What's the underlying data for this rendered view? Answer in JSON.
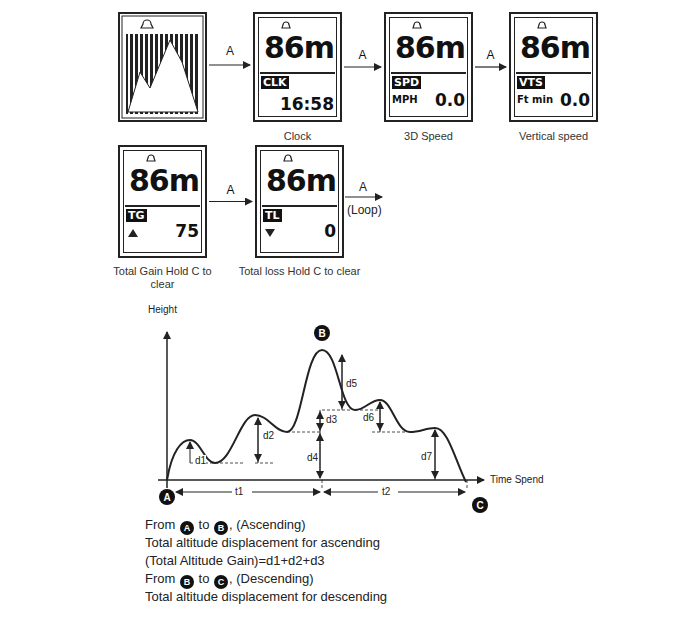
{
  "diagram": {
    "nodes": [
      {
        "text": [
          "86m",
          "CLK",
          "16:58",
          "Clock"
        ]
      },
      {
        "text": [
          "86m",
          "SPD",
          "MPH",
          "0.0",
          "3D Speed"
        ]
      },
      {
        "text": [
          "86m",
          "VTS",
          "Ft min",
          "0.0",
          "Vertical speed"
        ]
      },
      {
        "text": [
          "86m",
          "TG",
          "75",
          "Total Gain Hold C to clear"
        ]
      },
      {
        "text": [
          "86m",
          "TL",
          "0",
          "Total loss Hold C to clear"
        ]
      },
      {
        "text": [
          "A"
        ]
      },
      {
        "text": [
          "B"
        ]
      },
      {
        "text": [
          "C"
        ]
      }
    ],
    "edges": [
      {
        "from": 0,
        "to": 1,
        "label": "A",
        "arrow": "to"
      },
      {
        "from": 1,
        "to": 2,
        "label": "A",
        "arrow": "to"
      },
      {
        "from": 3,
        "to": 4,
        "label": "A",
        "arrow": "to"
      }
    ],
    "labels": [
      "A",
      "A",
      "(Loop)",
      "Height",
      "Time Spend",
      "d1",
      "d2",
      "d3",
      "d4",
      "d5",
      "d6",
      "d7",
      "t1",
      "t2",
      "From",
      "A",
      "to",
      "B",
      ", (Ascending)",
      "Total altitude displacement for ascending",
      "(Total Altitude Gain)=d1+d2+d3",
      "From",
      "B",
      "to",
      "C",
      ", (Descending)",
      "Total altitude displacement for descending"
    ]
  }
}
